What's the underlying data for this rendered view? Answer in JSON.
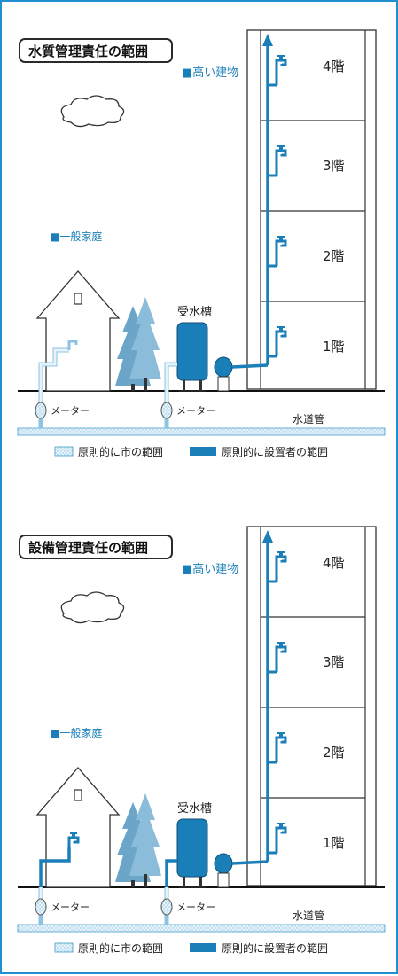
{
  "colors": {
    "frame": "#1f8fd0",
    "pipe": "#1a7fb8",
    "pale": "#d9edf7",
    "tree": "#6ba6c9",
    "line": "#222222"
  },
  "sections": [
    {
      "title": "水質管理責任の範囲",
      "tall_building_label": "■高い建物",
      "house_label": "■一般家庭",
      "floors": [
        "4階",
        "3階",
        "2階",
        "1階"
      ],
      "tank_label": "受水槽",
      "meter_label_1": "メーター",
      "meter_label_2": "メーター",
      "main_pipe_label": "水道管",
      "legend_city": "原則的に市の範囲",
      "legend_owner": "原則的に設置者の範囲"
    },
    {
      "title": "設備管理責任の範囲",
      "tall_building_label": "■高い建物",
      "house_label": "■一般家庭",
      "floors": [
        "4階",
        "3階",
        "2階",
        "1階"
      ],
      "tank_label": "受水槽",
      "meter_label_1": "メーター",
      "meter_label_2": "メーター",
      "main_pipe_label": "水道管",
      "legend_city": "原則的に市の範囲",
      "legend_owner": "原則的に設置者の範囲"
    }
  ],
  "icons": [
    "cloud-icon",
    "house-icon",
    "tree-icon",
    "water-tank-icon",
    "pump-icon",
    "faucet-icon",
    "water-meter-icon"
  ]
}
